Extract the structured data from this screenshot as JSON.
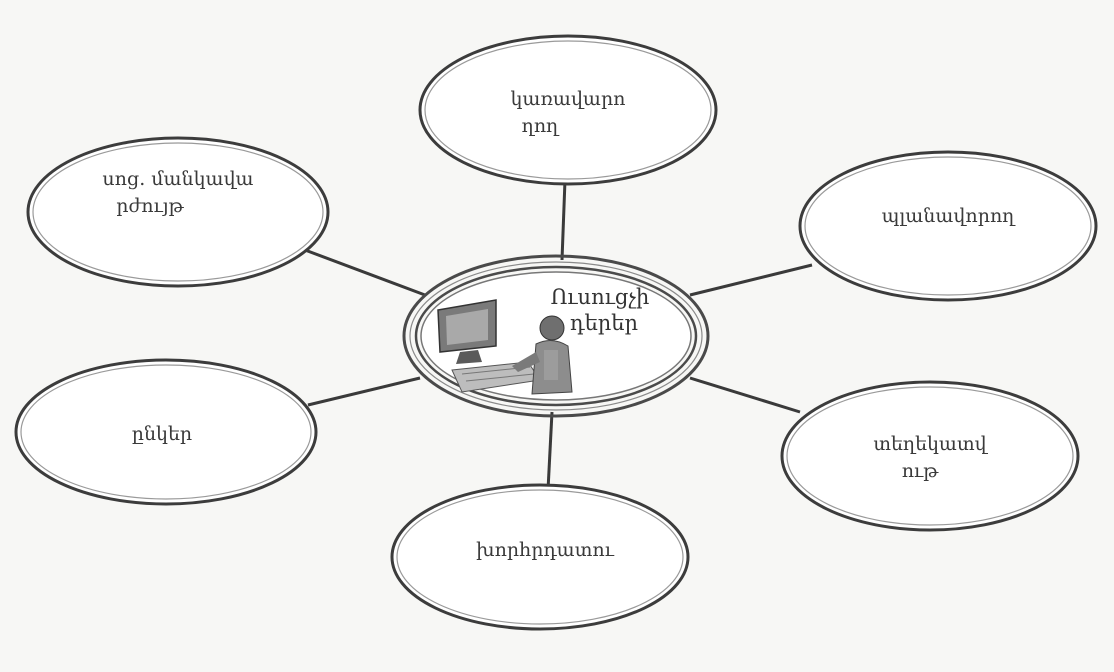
{
  "diagram": {
    "center": {
      "label_line1": "Ուսուցչի",
      "label_line2": "դերեր",
      "icon": "teacher-at-computer-icon"
    },
    "nodes": [
      {
        "id": "top",
        "line1": "կառավարո",
        "line2": "ղող"
      },
      {
        "id": "upper-right",
        "line1": "պլանավորող",
        "line2": ""
      },
      {
        "id": "lower-right",
        "line1": "տեղեկատվ",
        "line2": "ութ"
      },
      {
        "id": "bottom",
        "line1": "խորհրդատու",
        "line2": ""
      },
      {
        "id": "left",
        "line1": "ընկեր",
        "line2": ""
      },
      {
        "id": "upper-left",
        "line1": "սոց. մանկավա",
        "line2": "րժույթ"
      }
    ],
    "colors": {
      "background": "#f7f7f5",
      "ink": "#3a3a3a"
    }
  }
}
